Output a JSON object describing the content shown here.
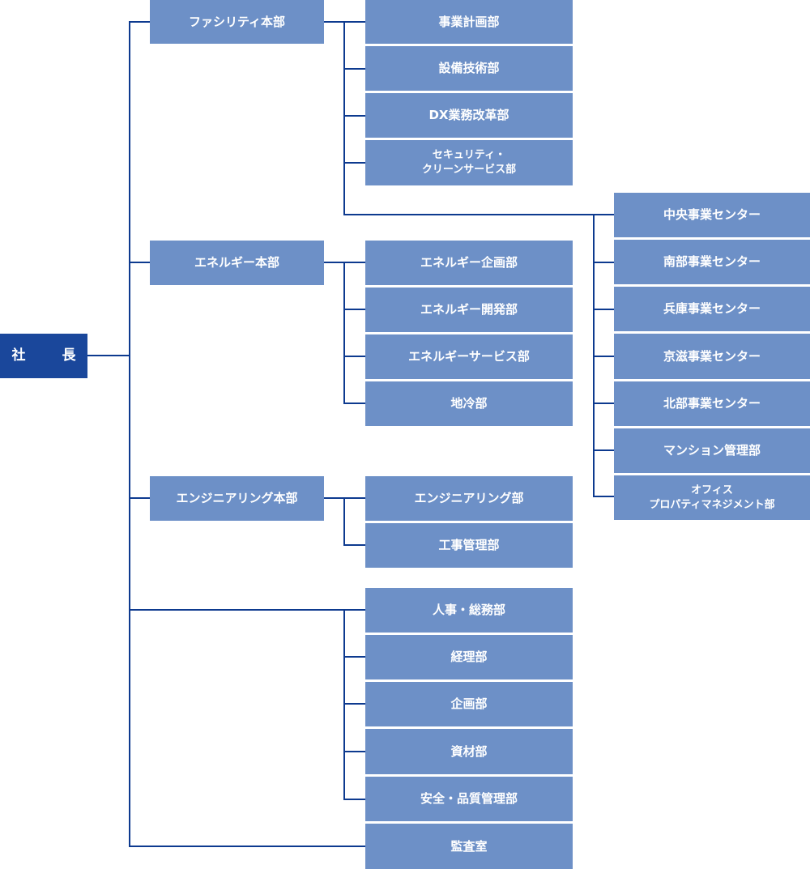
{
  "colors": {
    "president_box": "#1a479b",
    "unit_box": "#6d90c7",
    "connector": "#0d3a8f",
    "text": "#ffffff"
  },
  "president": {
    "label": "社　長"
  },
  "headquarters": [
    {
      "label": "ファシリティ本部",
      "departments": [
        {
          "label": "事業計画部"
        },
        {
          "label": "設備技術部"
        },
        {
          "label": "DX業務改革部"
        },
        {
          "label": "セキュリティ・\nクリーンサービス部"
        }
      ],
      "centers": [
        {
          "label": "中央事業センター"
        },
        {
          "label": "南部事業センター"
        },
        {
          "label": "兵庫事業センター"
        },
        {
          "label": "京滋事業センター"
        },
        {
          "label": "北部事業センター"
        },
        {
          "label": "マンション管理部"
        },
        {
          "label": "オフィス\nプロパティマネジメント部"
        }
      ]
    },
    {
      "label": "エネルギー本部",
      "departments": [
        {
          "label": "エネルギー企画部"
        },
        {
          "label": "エネルギー開発部"
        },
        {
          "label": "エネルギーサービス部"
        },
        {
          "label": "地冷部"
        }
      ]
    },
    {
      "label": "エンジニアリング本部",
      "departments": [
        {
          "label": "エンジニアリング部"
        },
        {
          "label": "工事管理部"
        }
      ]
    }
  ],
  "corporate_departments": [
    {
      "label": "人事・総務部"
    },
    {
      "label": "経理部"
    },
    {
      "label": "企画部"
    },
    {
      "label": "資材部"
    },
    {
      "label": "安全・品質管理部"
    }
  ],
  "audit": {
    "label": "監査室"
  }
}
